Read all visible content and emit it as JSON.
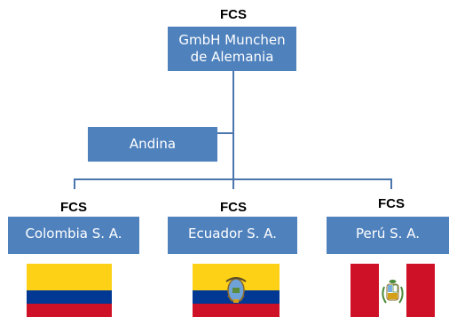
{
  "root": {
    "brand": "FCS",
    "name": "GmbH Munchen de Alemania"
  },
  "assistant": {
    "name": "Andina"
  },
  "subsidiaries": [
    {
      "brand": "FCS",
      "name": "Colombia S. A.",
      "flag": "colombia-flag"
    },
    {
      "brand": "FCS",
      "name": "Ecuador S. A.",
      "flag": "ecuador-flag"
    },
    {
      "brand": "FCS",
      "name": "Perú S. A.",
      "flag": "peru-flag"
    }
  ],
  "colors": {
    "box": "#4f81bd",
    "connector": "#4a76ad",
    "flag_yellow": "#fcd116",
    "flag_blue": "#003893",
    "flag_red": "#ce1126",
    "flag_white": "#ffffff"
  }
}
